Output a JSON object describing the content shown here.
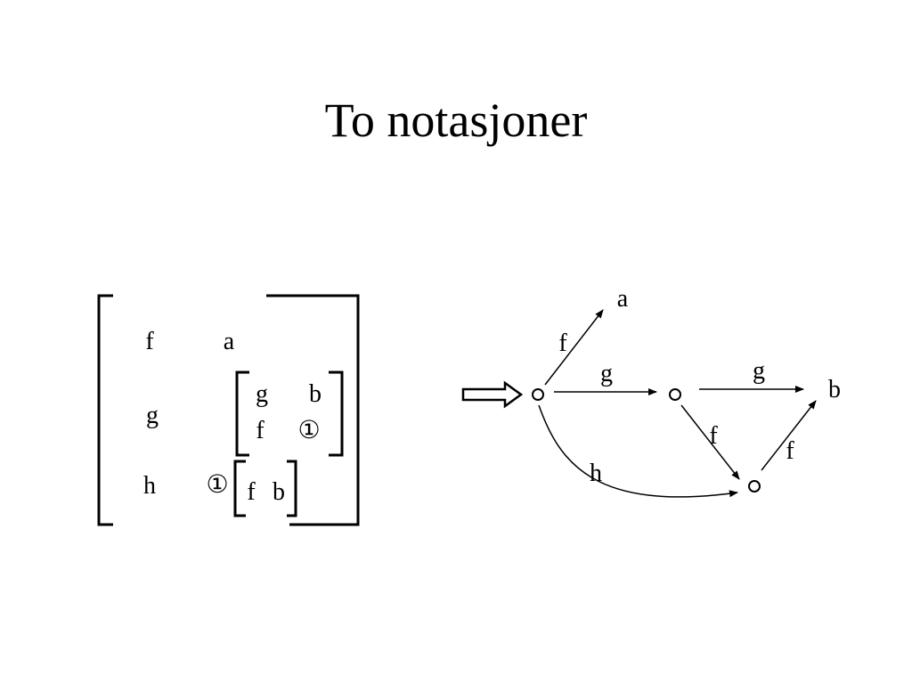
{
  "slide": {
    "title": "To notasjoner"
  },
  "matrix": {
    "row1": {
      "key": "f",
      "value": "a"
    },
    "row2": {
      "key": "g",
      "inner_row1_key": "g",
      "inner_row1_value": "b",
      "inner_row2_key": "f",
      "inner_row2_value": "①"
    },
    "row3": {
      "key": "h",
      "value": "①",
      "inner_key": "f",
      "inner_value": "b"
    }
  },
  "graph": {
    "leaf_a": "a",
    "leaf_b": "b",
    "edge_start_to_a": "f",
    "edge_start_to_mid": "g",
    "edge_mid_to_b": "g",
    "edge_mid_to_low": "f",
    "edge_low_to_b": "f",
    "edge_start_to_low": "h"
  }
}
